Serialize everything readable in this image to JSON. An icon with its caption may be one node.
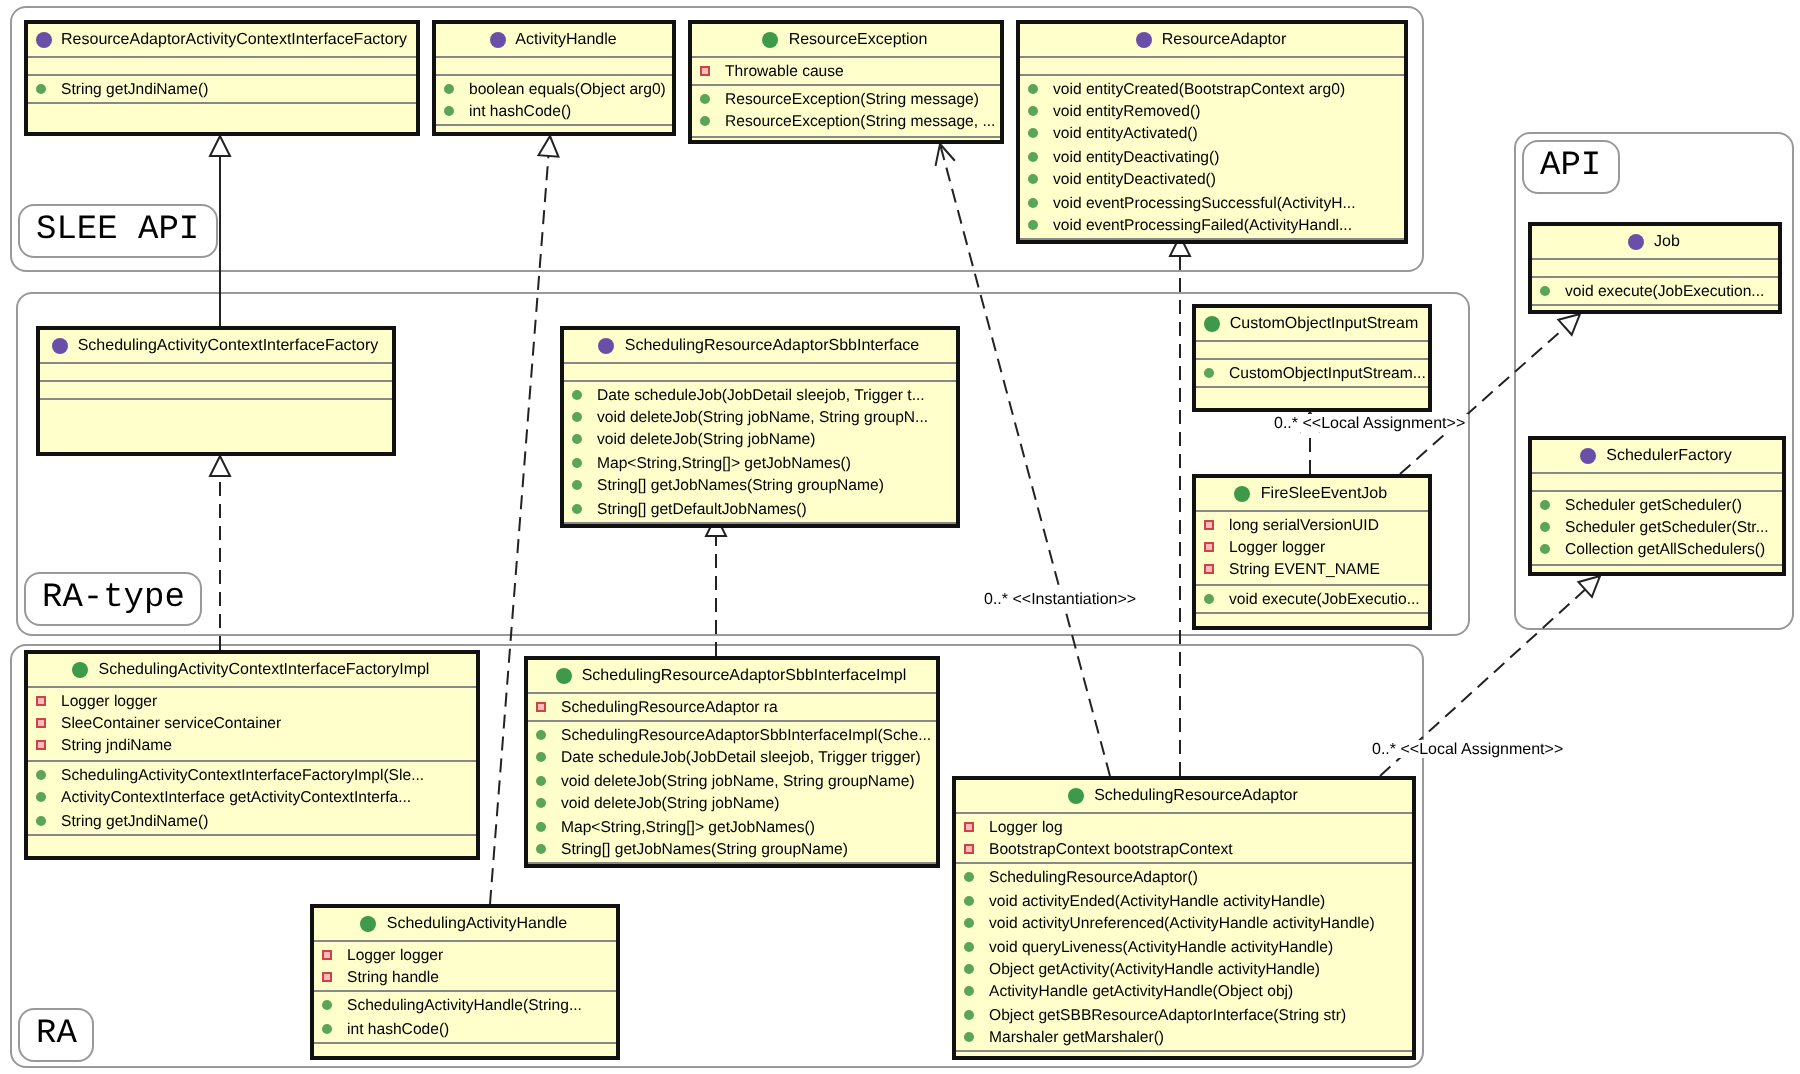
{
  "diagram": {
    "nodes": [
      {
        "text": [
          "SLEE API"
        ]
      },
      {
        "text": [
          "ResourceAdaptorActivityContextInterfaceFactory",
          "String getJndiName()"
        ],
        "in": 0
      },
      {
        "text": [
          "ActivityHandle",
          "boolean equals(Object arg0)",
          "int hashCode()"
        ],
        "in": 0
      },
      {
        "text": [
          "ResourceException",
          "Throwable cause",
          "ResourceException(String message)",
          "ResourceException(String message, ..."
        ],
        "in": 0
      },
      {
        "text": [
          "ResourceAdaptor",
          "void entityCreated(BootstrapContext arg0)",
          "void entityRemoved()",
          "void entityActivated()",
          "void entityDeactivating()",
          "void entityDeactivated()",
          "void eventProcessingSuccessful(ActivityH...",
          "void eventProcessingFailed(ActivityHandl..."
        ],
        "in": 0
      },
      {
        "text": [
          "RA-type"
        ]
      },
      {
        "text": [
          "SchedulingActivityContextInterfaceFactory"
        ],
        "in": 5
      },
      {
        "text": [
          "SchedulingResourceAdaptorSbbInterface",
          "Date scheduleJob(JobDetail sleejob, Trigger t...",
          "void deleteJob(String jobName, String groupN...",
          "void deleteJob(String jobName)",
          "Map<String,String[]> getJobNames()",
          "String[] getJobNames(String groupName)",
          "String[] getDefaultJobNames()"
        ],
        "in": 5
      },
      {
        "text": [
          "CustomObjectInputStream",
          "CustomObjectInputStream..."
        ],
        "in": 5
      },
      {
        "text": [
          "FireSleeEventJob",
          "long serialVersionUID",
          "Logger logger",
          "String EVENT_NAME",
          "void execute(JobExecutio..."
        ],
        "in": 5
      },
      {
        "text": [
          "RA"
        ]
      },
      {
        "text": [
          "SchedulingActivityContextInterfaceFactoryImpl",
          "Logger logger",
          "SleeContainer serviceContainer",
          "String jndiName",
          "SchedulingActivityContextInterfaceFactoryImpl(Sle...",
          "ActivityContextInterface getActivityContextInterfa...",
          "String getJndiName()"
        ],
        "in": 10
      },
      {
        "text": [
          "SchedulingResourceAdaptorSbbInterfaceImpl",
          "SchedulingResourceAdaptor ra",
          "SchedulingResourceAdaptorSbbInterfaceImpl(Sche...",
          "Date scheduleJob(JobDetail sleejob, Trigger trigger)",
          "void deleteJob(String jobName, String groupName)",
          "void deleteJob(String jobName)",
          "Map<String,String[]> getJobNames()",
          "String[] getJobNames(String groupName)"
        ],
        "in": 10
      },
      {
        "text": [
          "SchedulingActivityHandle",
          "Logger logger",
          "String handle",
          "SchedulingActivityHandle(String...",
          "int hashCode()"
        ],
        "in": 10
      },
      {
        "text": [
          "SchedulingResourceAdaptor",
          "Logger log",
          "BootstrapContext bootstrapContext",
          "SchedulingResourceAdaptor()",
          "void activityEnded(ActivityHandle activityHandle)",
          "void activityUnreferenced(ActivityHandle activityHandle)",
          "void queryLiveness(ActivityHandle activityHandle)",
          "Object getActivity(ActivityHandle activityHandle)",
          "ActivityHandle getActivityHandle(Object obj)",
          "Object getSBBResourceAdaptorInterface(String str)",
          "Marshaler getMarshaler()"
        ],
        "in": 10
      },
      {
        "text": [
          "API"
        ]
      },
      {
        "text": [
          "Job",
          "void execute(JobExecution..."
        ],
        "in": 15
      },
      {
        "text": [
          "SchedulerFactory",
          "Scheduler getScheduler()",
          "Scheduler getScheduler(Str...",
          "Collection getAllSchedulers()"
        ],
        "in": 15
      }
    ],
    "edges": [
      {
        "from": 6,
        "to": 1,
        "arrow": "to"
      },
      {
        "from": 13,
        "to": 2,
        "arrow": "to",
        "style": "dashed"
      },
      {
        "from": 14,
        "to": 3,
        "arrow": "to",
        "style": "dashed",
        "label": "0..* <<Instantiation>>"
      },
      {
        "from": 14,
        "to": 4,
        "arrow": "to",
        "style": "dashed"
      },
      {
        "from": 11,
        "to": 6,
        "arrow": "to",
        "style": "dashed"
      },
      {
        "from": 12,
        "to": 7,
        "arrow": "to",
        "style": "dashed"
      },
      {
        "from": 9,
        "to": 8,
        "arrow": "to",
        "style": "dashed"
      },
      {
        "from": 9,
        "to": 16,
        "arrow": "to",
        "style": "dashed",
        "label": "0..* <<Local Assignment>>"
      },
      {
        "from": 14,
        "to": 17,
        "arrow": "to",
        "style": "dashed",
        "label": "0..* <<Local Assignment>>"
      }
    ]
  }
}
